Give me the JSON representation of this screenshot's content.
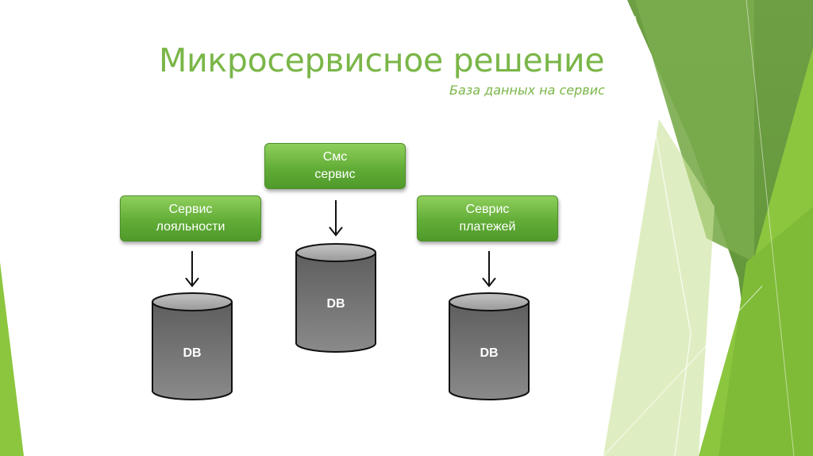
{
  "title": "Микросервисное решение",
  "subtitle": "База данных на сервис",
  "services": [
    {
      "id": "loyalty",
      "label": "Сервис\nлояльности"
    },
    {
      "id": "sms",
      "label": "Смс\nсервис"
    },
    {
      "id": "payments",
      "label": "Севрис\nплатежей"
    }
  ],
  "databases": [
    {
      "label": "DB"
    },
    {
      "label": "DB"
    },
    {
      "label": "DB"
    }
  ],
  "colors": {
    "accent": "#7ab648",
    "box": "#62ad37",
    "db": "#6f6f6f"
  }
}
